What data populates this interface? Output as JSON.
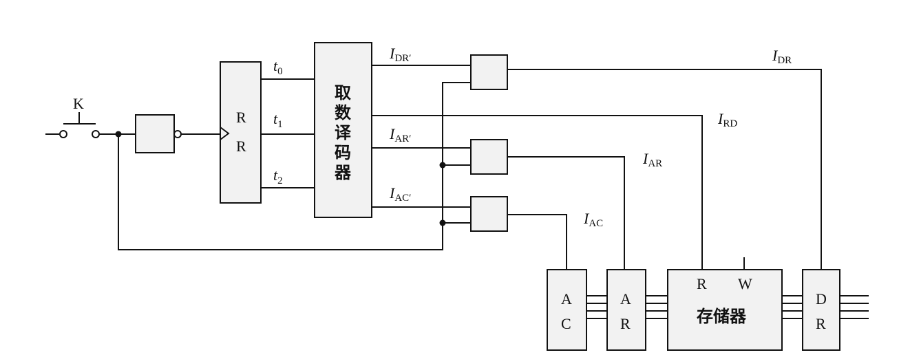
{
  "switch_label": "K",
  "ring_register": {
    "line1": "R",
    "line2": "R"
  },
  "timing_outputs": [
    {
      "base": "t",
      "sub": "0"
    },
    {
      "base": "t",
      "sub": "1"
    },
    {
      "base": "t",
      "sub": "2"
    }
  ],
  "decoder_chars": [
    "取",
    "数",
    "译",
    "码",
    "器"
  ],
  "decoder_outputs": [
    {
      "base": "I",
      "sub": "DR′"
    },
    {
      "base": "I",
      "sub": "AR′"
    },
    {
      "base": "I",
      "sub": "AC′"
    }
  ],
  "control_signals": [
    {
      "base": "I",
      "sub": "DR"
    },
    {
      "base": "I",
      "sub": "RD"
    },
    {
      "base": "I",
      "sub": "AR"
    },
    {
      "base": "I",
      "sub": "AC"
    }
  ],
  "registers": {
    "ac": {
      "line1": "A",
      "line2": "C"
    },
    "ar": {
      "line1": "A",
      "line2": "R"
    },
    "dr": {
      "line1": "D",
      "line2": "R"
    }
  },
  "memory": {
    "read": "R",
    "write": "W",
    "name": "存储器"
  }
}
